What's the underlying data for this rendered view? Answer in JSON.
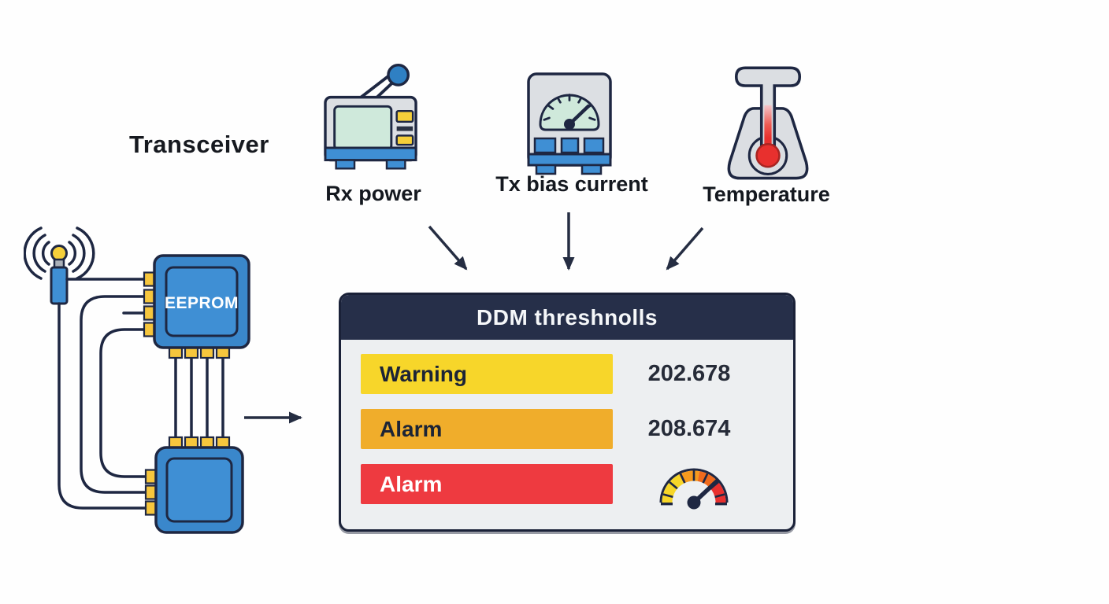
{
  "transceiver": {
    "label": "Transceiver"
  },
  "monitors": [
    {
      "label": "Rx power",
      "icon": "rx-power-icon"
    },
    {
      "label": "Tx bias current",
      "icon": "tx-bias-meter-icon"
    },
    {
      "label": "Temperature",
      "icon": "temperature-icon"
    }
  ],
  "circuit": {
    "chip_label": "EEPROM",
    "icons": [
      "antenna-icon",
      "eeprom-chip",
      "controller-chip",
      "flow-arrow-icon"
    ]
  },
  "panel": {
    "title": "DDM threshnolls",
    "rows": [
      {
        "label": "Warning",
        "value": "202.678"
      },
      {
        "label": "Alarm",
        "value": "208.674"
      },
      {
        "label": "Alarm",
        "value": "",
        "value_icon": "gauge-icon"
      }
    ]
  },
  "colors": {
    "outline_navy": "#1e2742",
    "panel_header": "#262f49",
    "panel_body": "#edeff1",
    "warning_bar": "#f7d62a",
    "alarm_bar": "#f0ad2b",
    "critical_bar": "#ee3a40",
    "chip_blue": "#3a87cb",
    "icon_blue": "#3f8fd4",
    "pin_yellow": "#f6c63d",
    "screen_mint": "#cfe9db",
    "device_gray": "#dcdfe3",
    "gauge_yellow": "#f7d628",
    "gauge_orange": "#f59a1e",
    "gauge_red": "#e8302e"
  }
}
